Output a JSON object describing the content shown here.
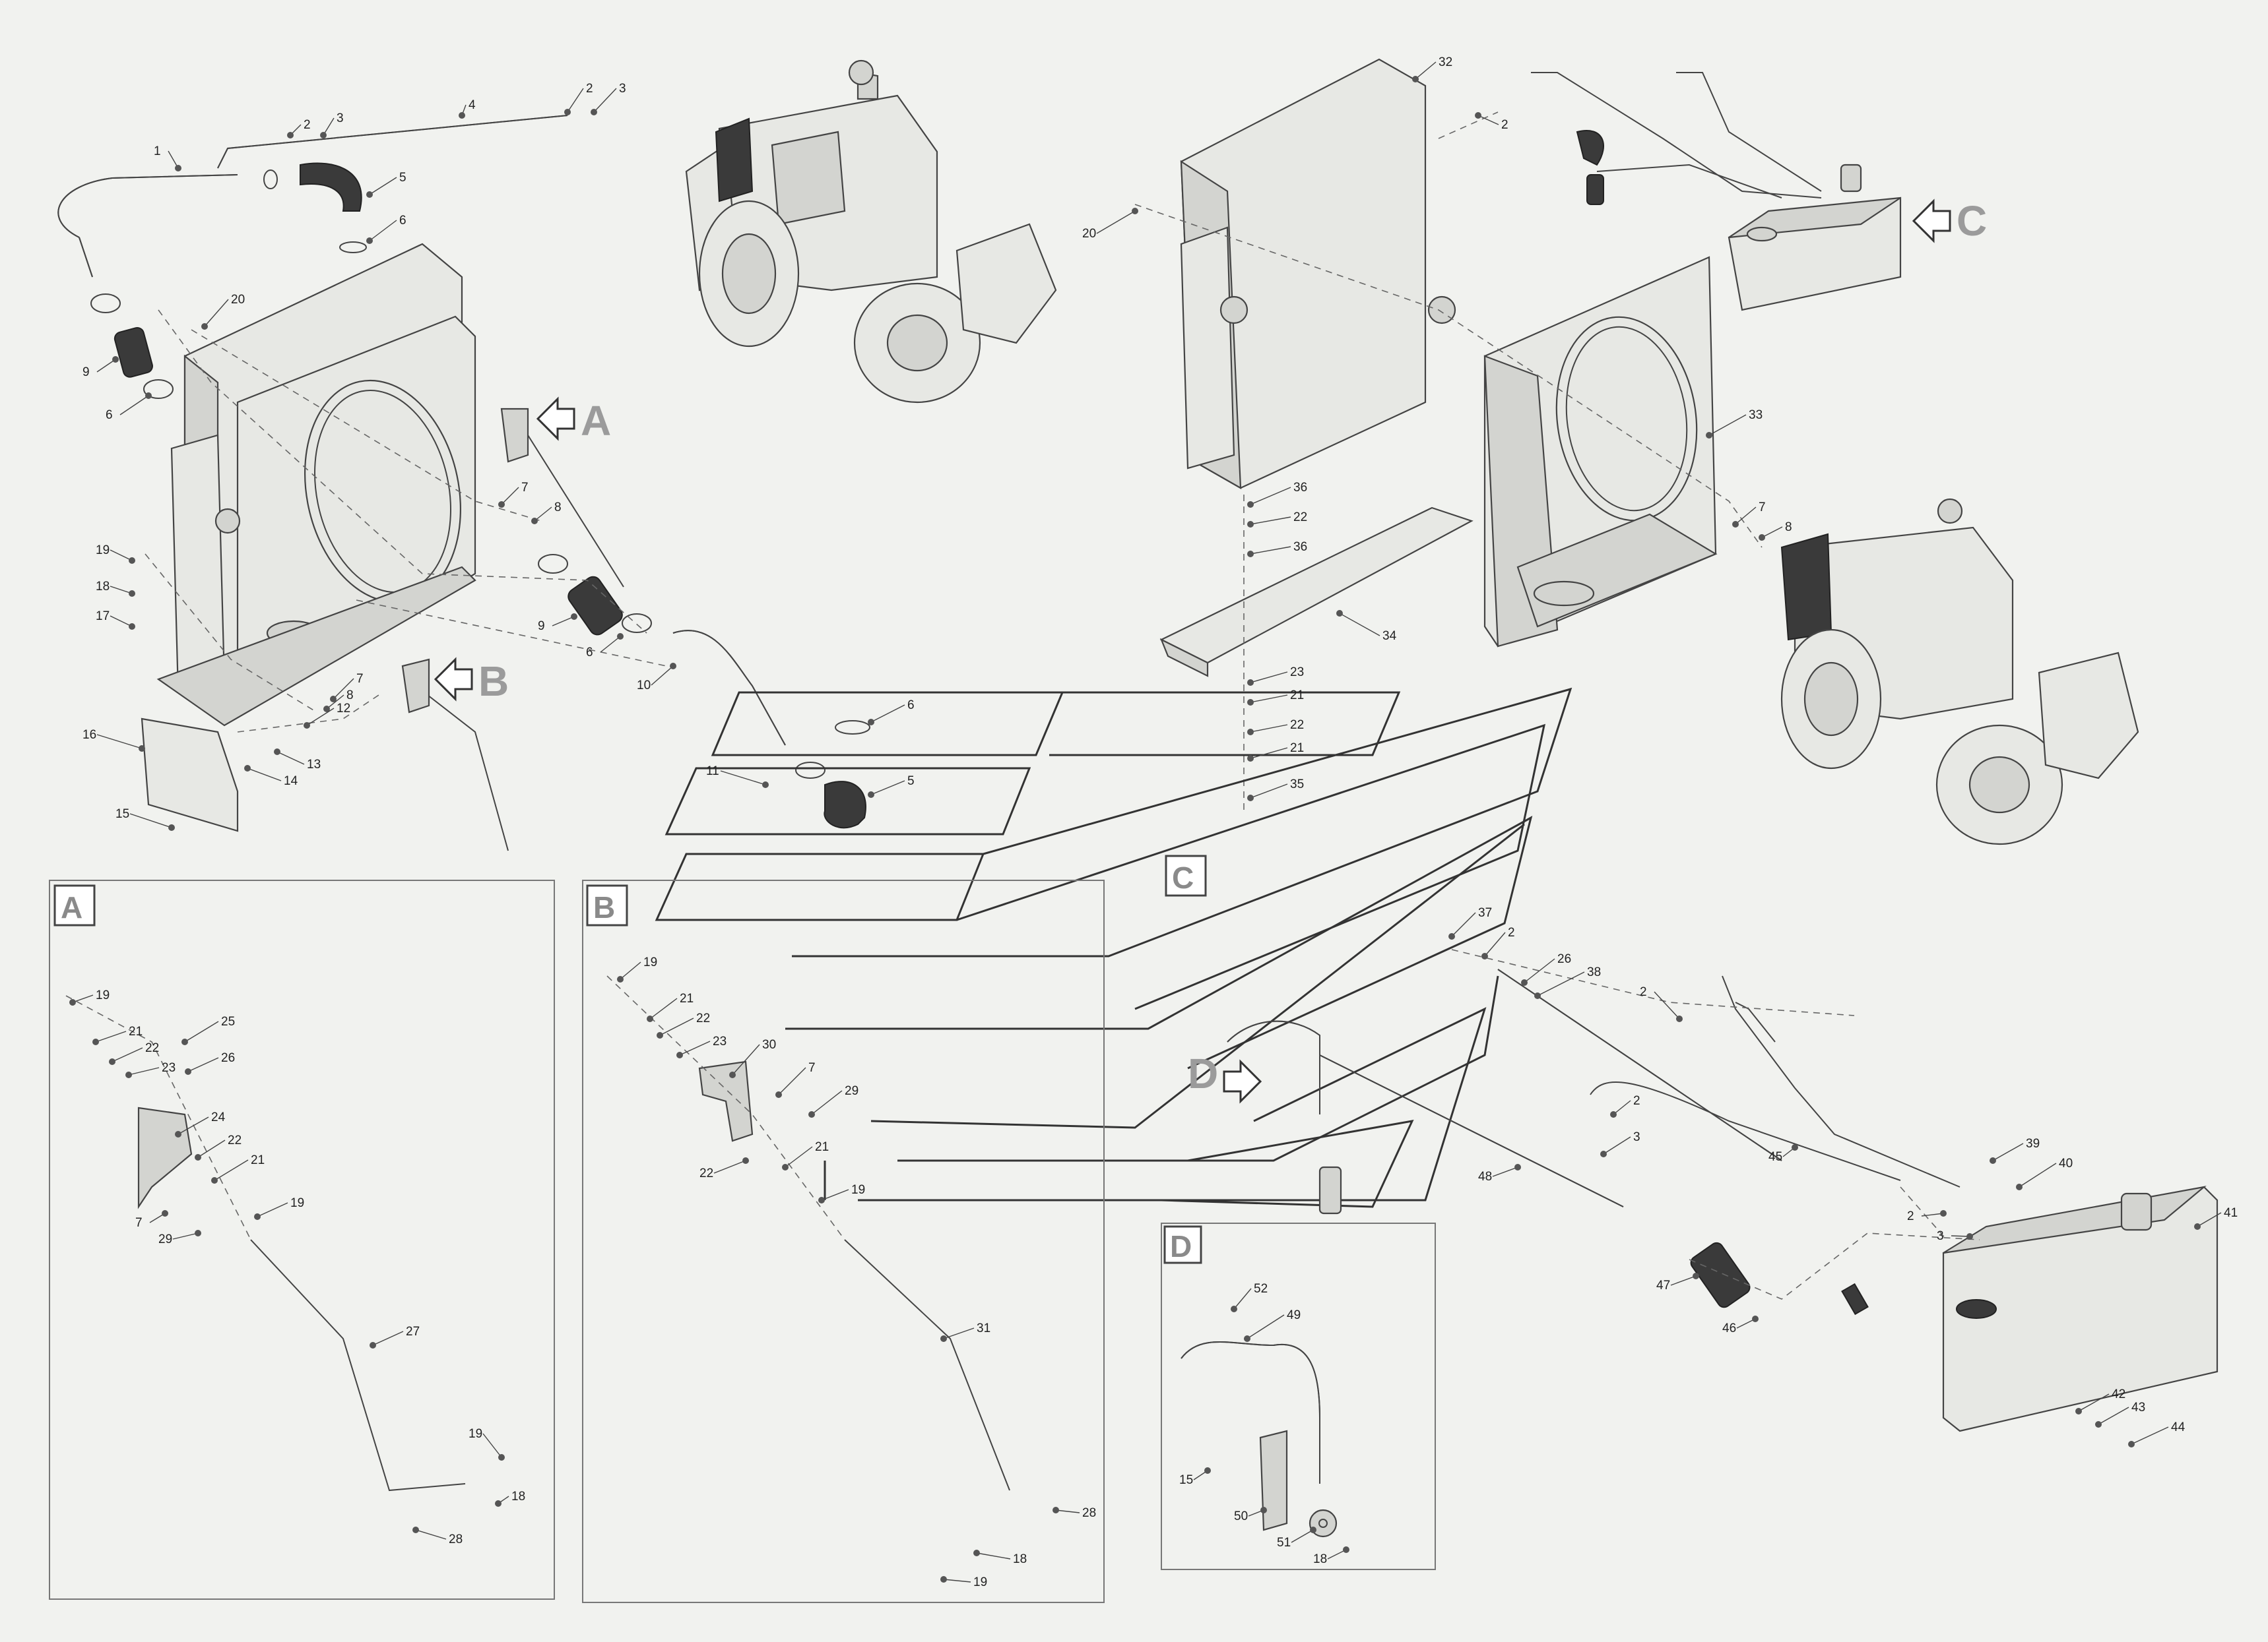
{
  "callouts": [
    {
      "id": "A",
      "text": "A"
    },
    {
      "id": "B",
      "text": "B"
    },
    {
      "id": "C",
      "text": "C"
    },
    {
      "id": "D",
      "text": "D"
    }
  ],
  "detail_boxes": [
    {
      "id": "A",
      "letter": "A"
    },
    {
      "id": "B",
      "letter": "B"
    },
    {
      "id": "C",
      "letter": "C"
    },
    {
      "id": "D",
      "letter": "D"
    }
  ],
  "labels": [
    "1",
    "2",
    "3",
    "4",
    "2",
    "3",
    "5",
    "6",
    "9",
    "6",
    "20",
    "7",
    "8",
    "19",
    "18",
    "17",
    "9",
    "6",
    "10",
    "7",
    "8",
    "12",
    "13",
    "14",
    "16",
    "15",
    "6",
    "11",
    "5",
    "32",
    "2",
    "20",
    "33",
    "36",
    "22",
    "36",
    "7",
    "8",
    "34",
    "23",
    "21",
    "22",
    "21",
    "35",
    "19",
    "21",
    "22",
    "23",
    "25",
    "26",
    "24",
    "22",
    "21",
    "19",
    "7",
    "29",
    "27",
    "19",
    "18",
    "28",
    "19",
    "21",
    "22",
    "23",
    "30",
    "7",
    "29",
    "22",
    "21",
    "19",
    "31",
    "28",
    "18",
    "19",
    "37",
    "2",
    "26",
    "38",
    "2",
    "2",
    "3",
    "48",
    "45",
    "39",
    "40",
    "2",
    "3",
    "47",
    "46",
    "41",
    "42",
    "43",
    "44",
    "52",
    "49",
    "15",
    "50",
    "51",
    "18"
  ]
}
